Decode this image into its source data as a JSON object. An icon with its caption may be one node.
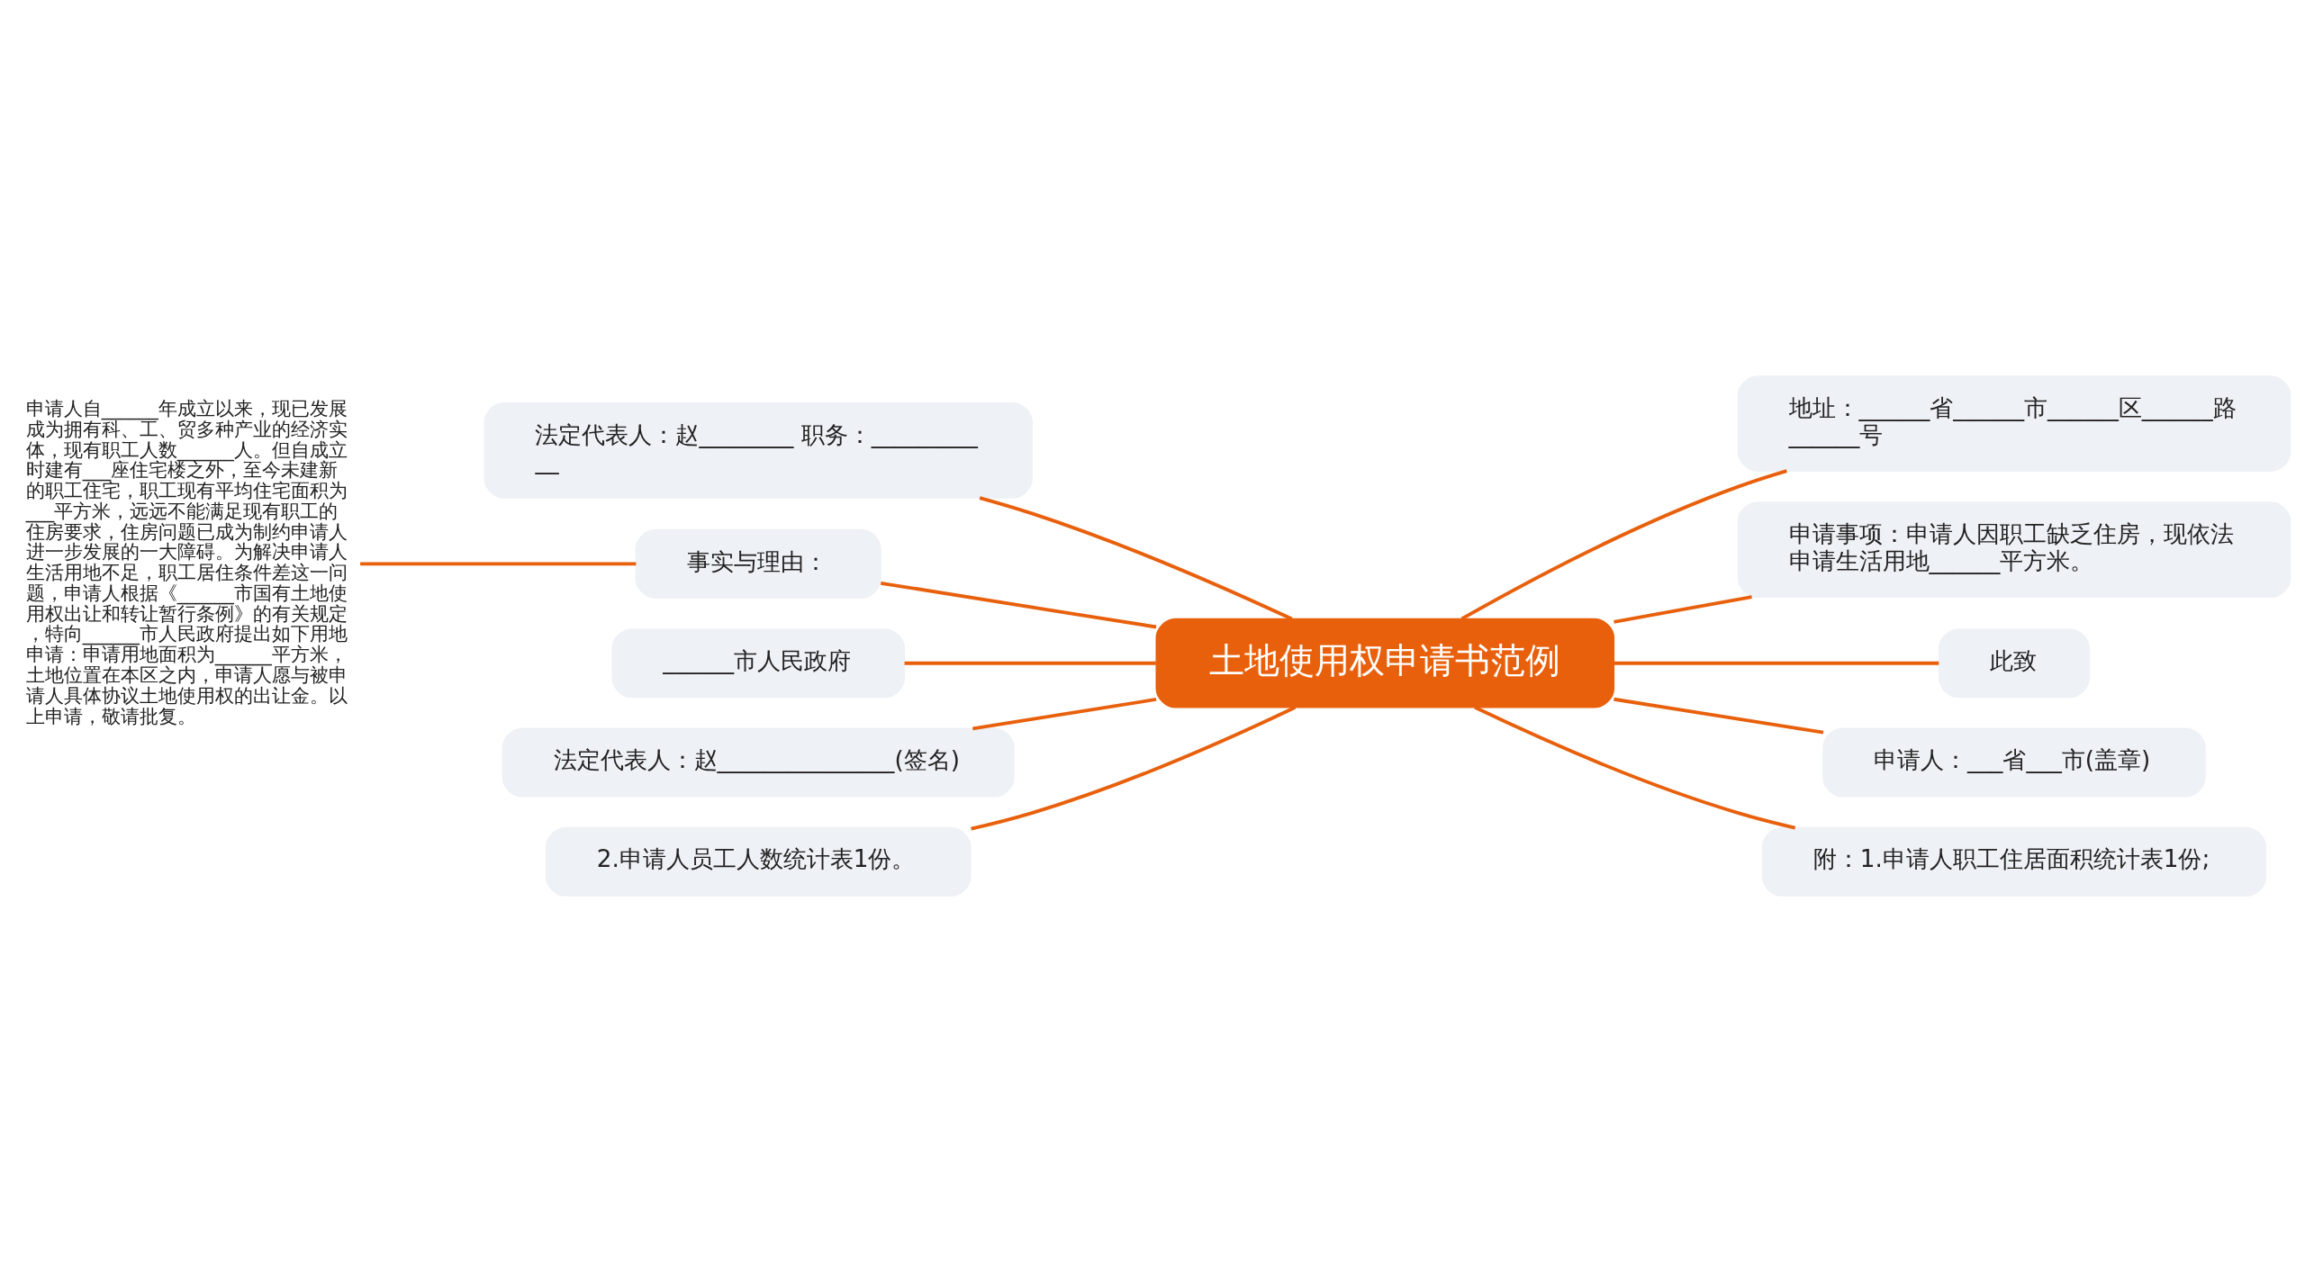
{
  "diagram": {
    "nodes": [
      {
        "text": [
          "土地使用权申请书范例"
        ]
      },
      {
        "text": [
          "地址：______省______市______区______路______号"
        ]
      },
      {
        "text": [
          "申请事项：申请人因职工缺乏住房，现依法申请生活用地______平方米。"
        ]
      },
      {
        "text": [
          "此致"
        ]
      },
      {
        "text": [
          "申请人：___省___市(盖章)"
        ]
      },
      {
        "text": [
          "附：1.申请人职工住居面积统计表1份;"
        ]
      },
      {
        "text": [
          "法定代表人：赵________ 职务：___________"
        ]
      },
      {
        "text": [
          "事实与理由："
        ]
      },
      {
        "text": [
          "申请人自______年成立以来，现已发展成为拥有科、工、贸多种产业的经济实体，现有职工人数______人。但自成立时建有___座住宅楼之外，至今未建新的职工住宅，职工现有平均住宅面积为___平方米，远远不能满足现有职工的住房要求，住房问题已成为制约申请人进一步发展的一大障碍。为解决申请人生活用地不足，职工居住条件差这一问题，申请人根据《______市国有土地使用权出让和转让暂行条例》的有关规定，特向______市人民政府提出如下用地申请：申请用地面积为______平方米，土地位置在本区之内，申请人愿与被申请人具体协议土地使用权的出让金。以上申请，敬请批复。"
        ]
      },
      {
        "text": [
          "______市人民政府"
        ]
      },
      {
        "text": [
          "法定代表人：赵_______________(签名)"
        ]
      },
      {
        "text": [
          "2.申请人员工人数统计表1份。"
        ]
      }
    ],
    "edges": [
      {
        "from": 0,
        "to": 1,
        "arrow": "none"
      },
      {
        "from": 0,
        "to": 2,
        "arrow": "none"
      },
      {
        "from": 0,
        "to": 3,
        "arrow": "none"
      },
      {
        "from": 0,
        "to": 4,
        "arrow": "none"
      },
      {
        "from": 0,
        "to": 5,
        "arrow": "none"
      },
      {
        "from": 6,
        "to": 0,
        "arrow": "none"
      },
      {
        "from": 7,
        "to": 0,
        "arrow": "none"
      },
      {
        "from": 8,
        "to": 7,
        "arrow": "none"
      },
      {
        "from": 9,
        "to": 0,
        "arrow": "none"
      },
      {
        "from": 10,
        "to": 0,
        "arrow": "none"
      },
      {
        "from": 11,
        "to": 0,
        "arrow": "none"
      }
    ]
  }
}
